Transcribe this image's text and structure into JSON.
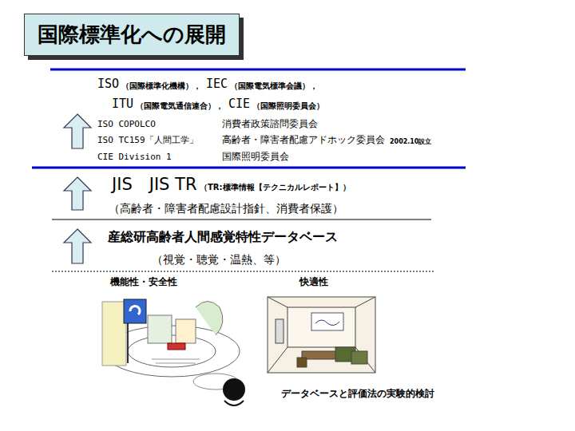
{
  "diagram": {
    "title": "国際標準化への展開",
    "labels": [
      "ISO",
      "（国際標準化機構），",
      "IEC",
      "（国際電気標準会議），",
      "ITU",
      "（国際電気通信連合），",
      "CIE",
      "（国際照明委員会）",
      "ISO COPOLCO",
      "消費者政策諮問委員会",
      "ISO TC159「人間工学」",
      "高齢者・障害者配慮アドホック委員会",
      "2002.10設立",
      "CIE Division 1",
      "国際照明委員会",
      "JIS　JIS TR",
      "（TR:標準情報【テクニカルレポート】）",
      "（高齢者・障害者配慮設計指針、消費者保護）",
      "産総研高齢者人間感覚特性データベース",
      "（視覚・聴覚・温熱、等）",
      "機能性・安全性",
      "快適性",
      "データベースと評価法の実験的検討"
    ]
  }
}
